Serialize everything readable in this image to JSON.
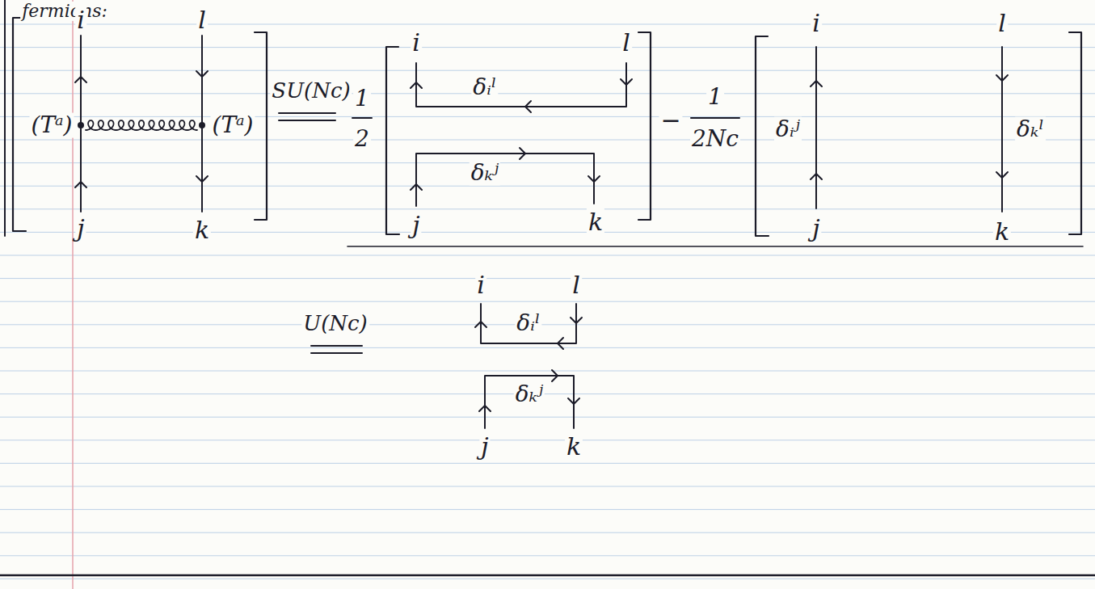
{
  "diagram": {
    "labels": [
      "fermions:",
      "i",
      "(Tᵃ)",
      "j",
      "l",
      "(Tᵃ)",
      "k",
      "SU(Nc)",
      "1",
      "2",
      "i",
      "l",
      "δᵢˡ",
      "δₖʲ",
      "j",
      "k",
      "−",
      "1",
      "2Nc",
      "i",
      "l",
      "δᵢʲ",
      "δₖˡ",
      "j",
      "k",
      "U(Nc)",
      "i",
      "l",
      "δᵢˡ",
      "δₖʲ",
      "j",
      "k"
    ]
  }
}
